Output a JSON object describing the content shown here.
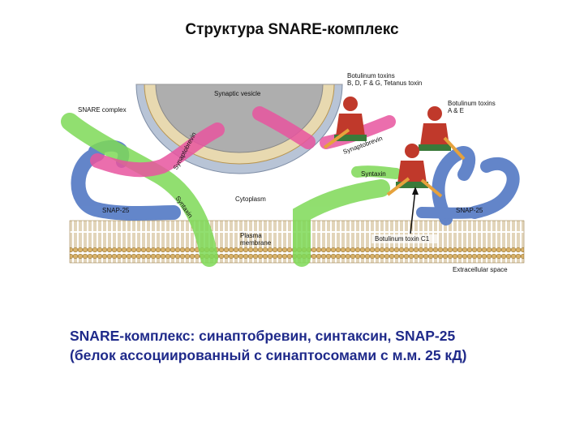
{
  "slide": {
    "title": "Структура SNARE-комплекс",
    "caption_line1": "SNARE-комплекс: синаптобревин, синтаксин, SNAP-25",
    "caption_line2": "(белок ассоциированный с синаптосомами с м.м. 25 кД)"
  },
  "diagram": {
    "labels": {
      "synaptic_vesicle": "Synaptic vesicle",
      "snare_complex": "SNARE complex",
      "snap25_left": "SNAP-25",
      "snap25_right": "SNAP-25",
      "cytoplasm": "Cytoplasm",
      "plasma_membrane_1": "Plasma",
      "plasma_membrane_2": "membrane",
      "extracellular_space": "Extracellular space",
      "synaptobrevin_left": "Synaptobrevin",
      "synaptobrevin_right": "Synaptobrevin",
      "syntaxin_left": "Syntaxin",
      "syntaxin_right": "Syntaxin",
      "toxin_bdfg_1": "Botulinum toxins",
      "toxin_bdfg_2": "B, D, F & G, Tetanus toxin",
      "toxin_ae_1": "Botulinum toxins",
      "toxin_ae_2": "A & E",
      "toxin_c1": "Botulinum toxin C1"
    },
    "colors": {
      "synaptobrevin": "#e8559f",
      "syntaxin": "#7ed957",
      "snap25": "#5b7fc7",
      "vesicle": "#a9a9a9",
      "membrane": "#c9a45c",
      "toxin_figure": "#c0392b"
    }
  }
}
